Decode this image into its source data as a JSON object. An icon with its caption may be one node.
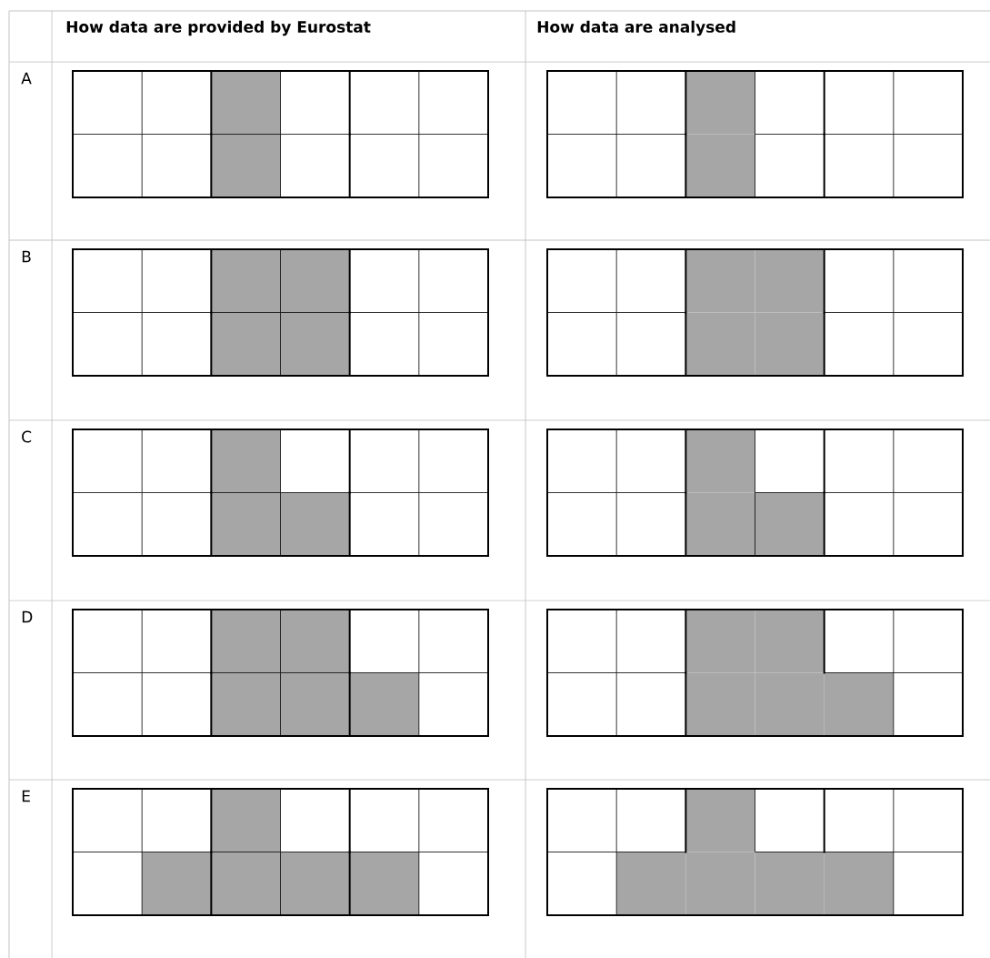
{
  "diagram": {
    "labels": [
      "How data are provided by Eurostat",
      "How data are analysed",
      "A",
      "B",
      "C",
      "D",
      "E"
    ]
  }
}
